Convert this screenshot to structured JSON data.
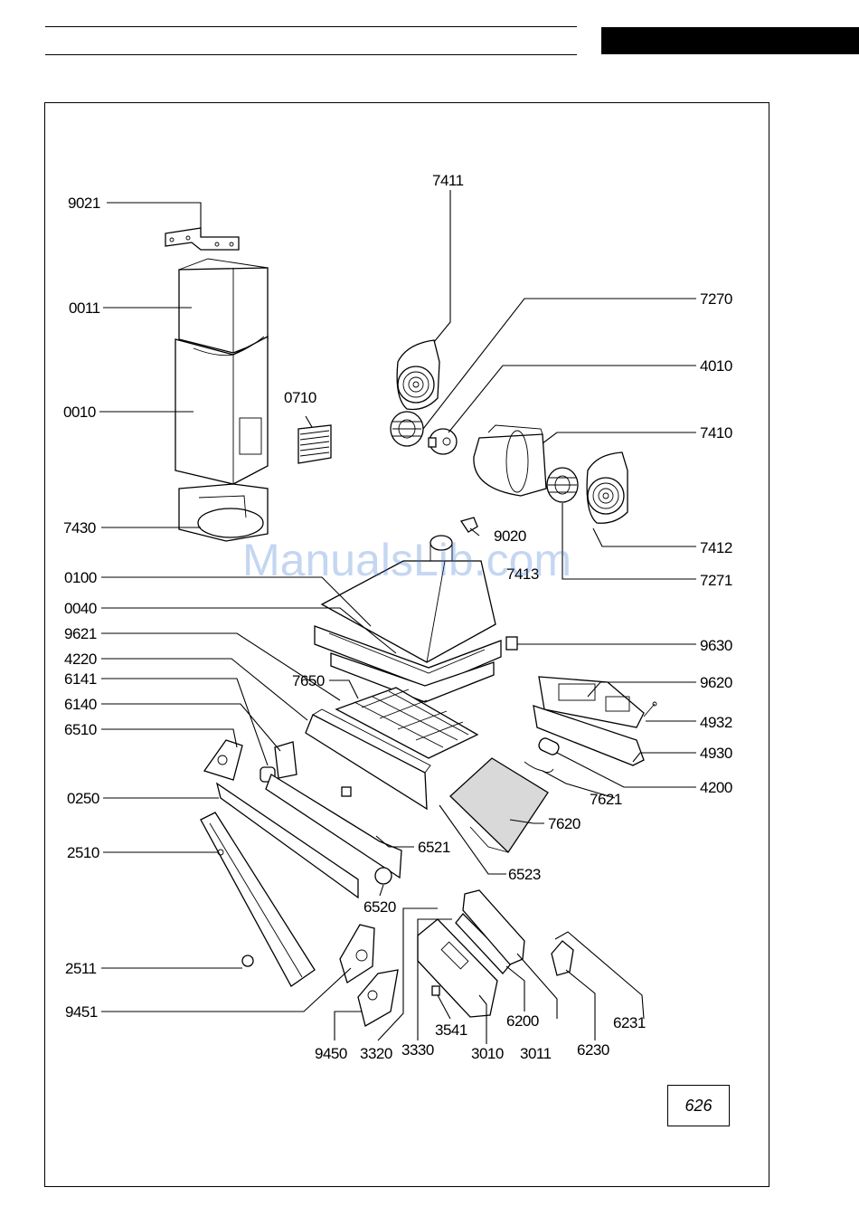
{
  "watermark": "ManualsLib.com",
  "page_number": "626",
  "part_numbers": {
    "p9021": "9021",
    "p0011": "0011",
    "p0010": "0010",
    "p0710": "0710",
    "p7430": "7430",
    "p7411": "7411",
    "p7270": "7270",
    "p4010": "4010",
    "p7410": "7410",
    "p9020": "9020",
    "p7412": "7412",
    "p7413": "7413",
    "p7271": "7271",
    "p0100": "0100",
    "p0040": "0040",
    "p9621": "9621",
    "p4220": "4220",
    "p6141": "6141",
    "p6140": "6140",
    "p6510": "6510",
    "p0250": "0250",
    "p2510": "2510",
    "p2511": "2511",
    "p9451": "9451",
    "p9630": "9630",
    "p7650": "7650",
    "p9620": "9620",
    "p4932": "4932",
    "p4930": "4930",
    "p4200": "4200",
    "p7621": "7621",
    "p7620": "7620",
    "p6521": "6521",
    "p6523": "6523",
    "p6520": "6520",
    "p6231": "6231",
    "p6230": "6230",
    "p6200": "6200",
    "p3011": "3011",
    "p3010": "3010",
    "p3541": "3541",
    "p3330": "3330",
    "p3320": "3320",
    "p9450": "9450"
  }
}
